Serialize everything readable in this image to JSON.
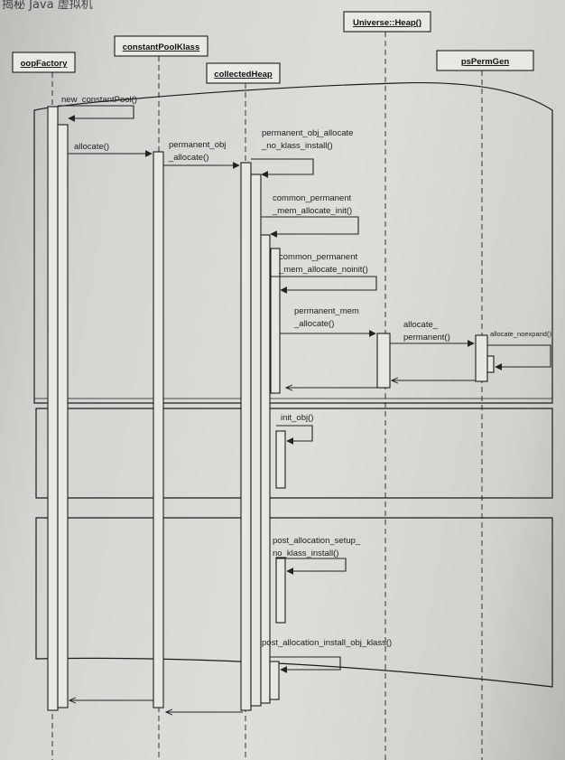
{
  "page_header": "揭秘 Java 虚拟机",
  "objects": [
    {
      "id": "oop",
      "label": "oopFactory"
    },
    {
      "id": "cpk",
      "label": "constantPoolKlass"
    },
    {
      "id": "ch",
      "label": "collectedHeap"
    },
    {
      "id": "uh",
      "label": "Universe::Heap()"
    },
    {
      "id": "ps",
      "label": "psPermGen"
    }
  ],
  "messages": [
    {
      "lines": [
        "new_constantPool()"
      ]
    },
    {
      "lines": [
        "allocate()"
      ]
    },
    {
      "lines": [
        "permanent_obj",
        "_allocate()"
      ]
    },
    {
      "lines": [
        "permanent_obj_allocate",
        "_no_klass_install()"
      ]
    },
    {
      "lines": [
        "common_permanent",
        "_mem_allocate_init()"
      ]
    },
    {
      "lines": [
        "common_permanent",
        "_mem_allocate_noinit()"
      ]
    },
    {
      "lines": [
        "permanent_mem",
        "_allocate()"
      ]
    },
    {
      "lines": [
        "allocate_",
        "permanent()"
      ]
    },
    {
      "lines": [
        "allocate_noexpand()"
      ]
    },
    {
      "lines": [
        "init_obj()"
      ]
    },
    {
      "lines": [
        "post_allocation_setup_",
        "no_klass_install()"
      ]
    },
    {
      "lines": [
        "post_allocation_install_obj_klass()"
      ]
    }
  ]
}
